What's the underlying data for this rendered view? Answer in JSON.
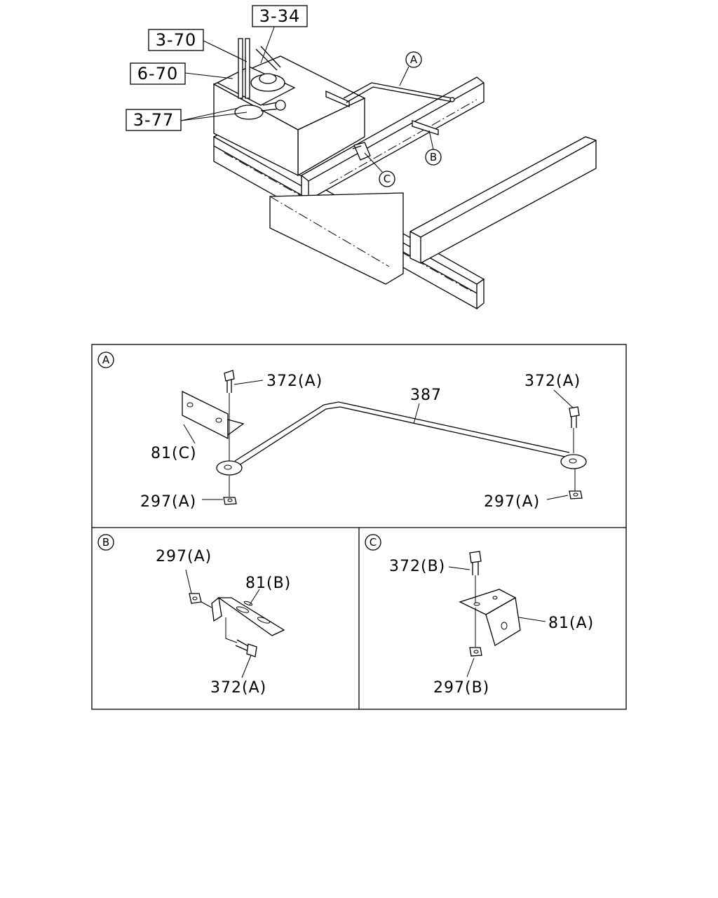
{
  "overview": {
    "ref_labels": [
      "3-34",
      "3-70",
      "6-70",
      "3-77"
    ],
    "callouts": [
      "A",
      "B",
      "C"
    ]
  },
  "detail_a": {
    "tag": "A",
    "labels": [
      "372(A)",
      "372(A)",
      "387",
      "81(C)",
      "297(A)",
      "297(A)"
    ]
  },
  "detail_b": {
    "tag": "B",
    "labels": [
      "297(A)",
      "81(B)",
      "372(A)"
    ]
  },
  "detail_c": {
    "tag": "C",
    "labels": [
      "372(B)",
      "81(A)",
      "297(B)"
    ]
  }
}
